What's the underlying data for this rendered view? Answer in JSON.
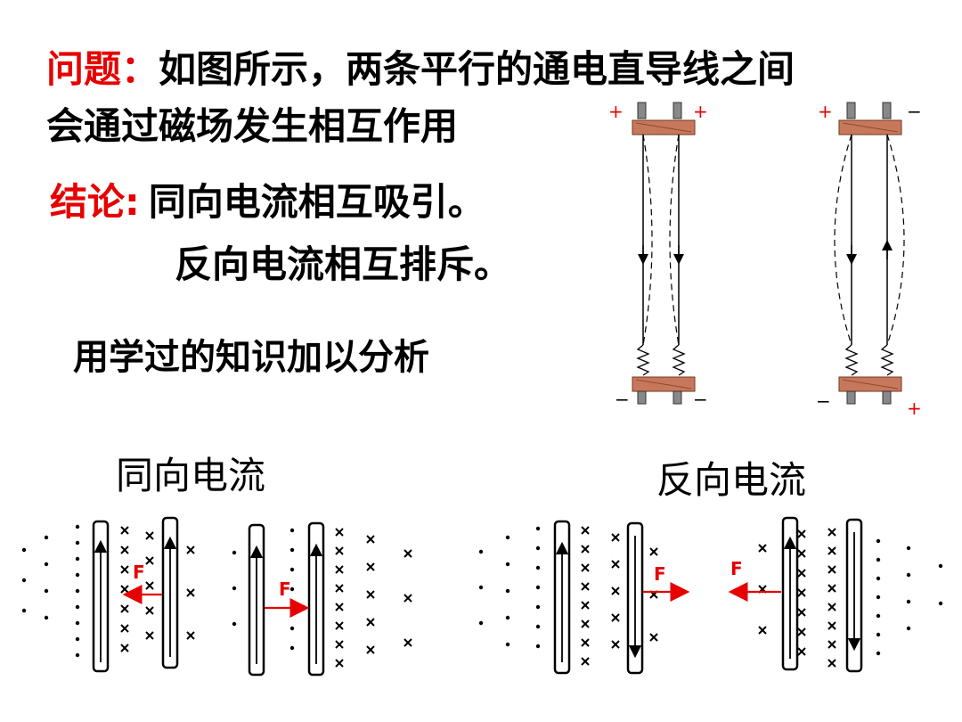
{
  "question": {
    "label": "问题：",
    "line1": "如图所示，两条平行的通电直导线之间",
    "line2": "会通过磁场发生相互作用"
  },
  "conclusion": {
    "label": "结论:",
    "line1": "同向电流相互吸引。",
    "line2": "反向电流相互排斥。"
  },
  "hint": "用学过的知识加以分析",
  "diagrams": {
    "same_title": "同向电流",
    "opposite_title": "反向电流",
    "force_label": "F",
    "plus": "+",
    "minus": "−"
  },
  "colors": {
    "accent": "#e60000",
    "terminal": "#c8785a",
    "text": "#000000"
  }
}
